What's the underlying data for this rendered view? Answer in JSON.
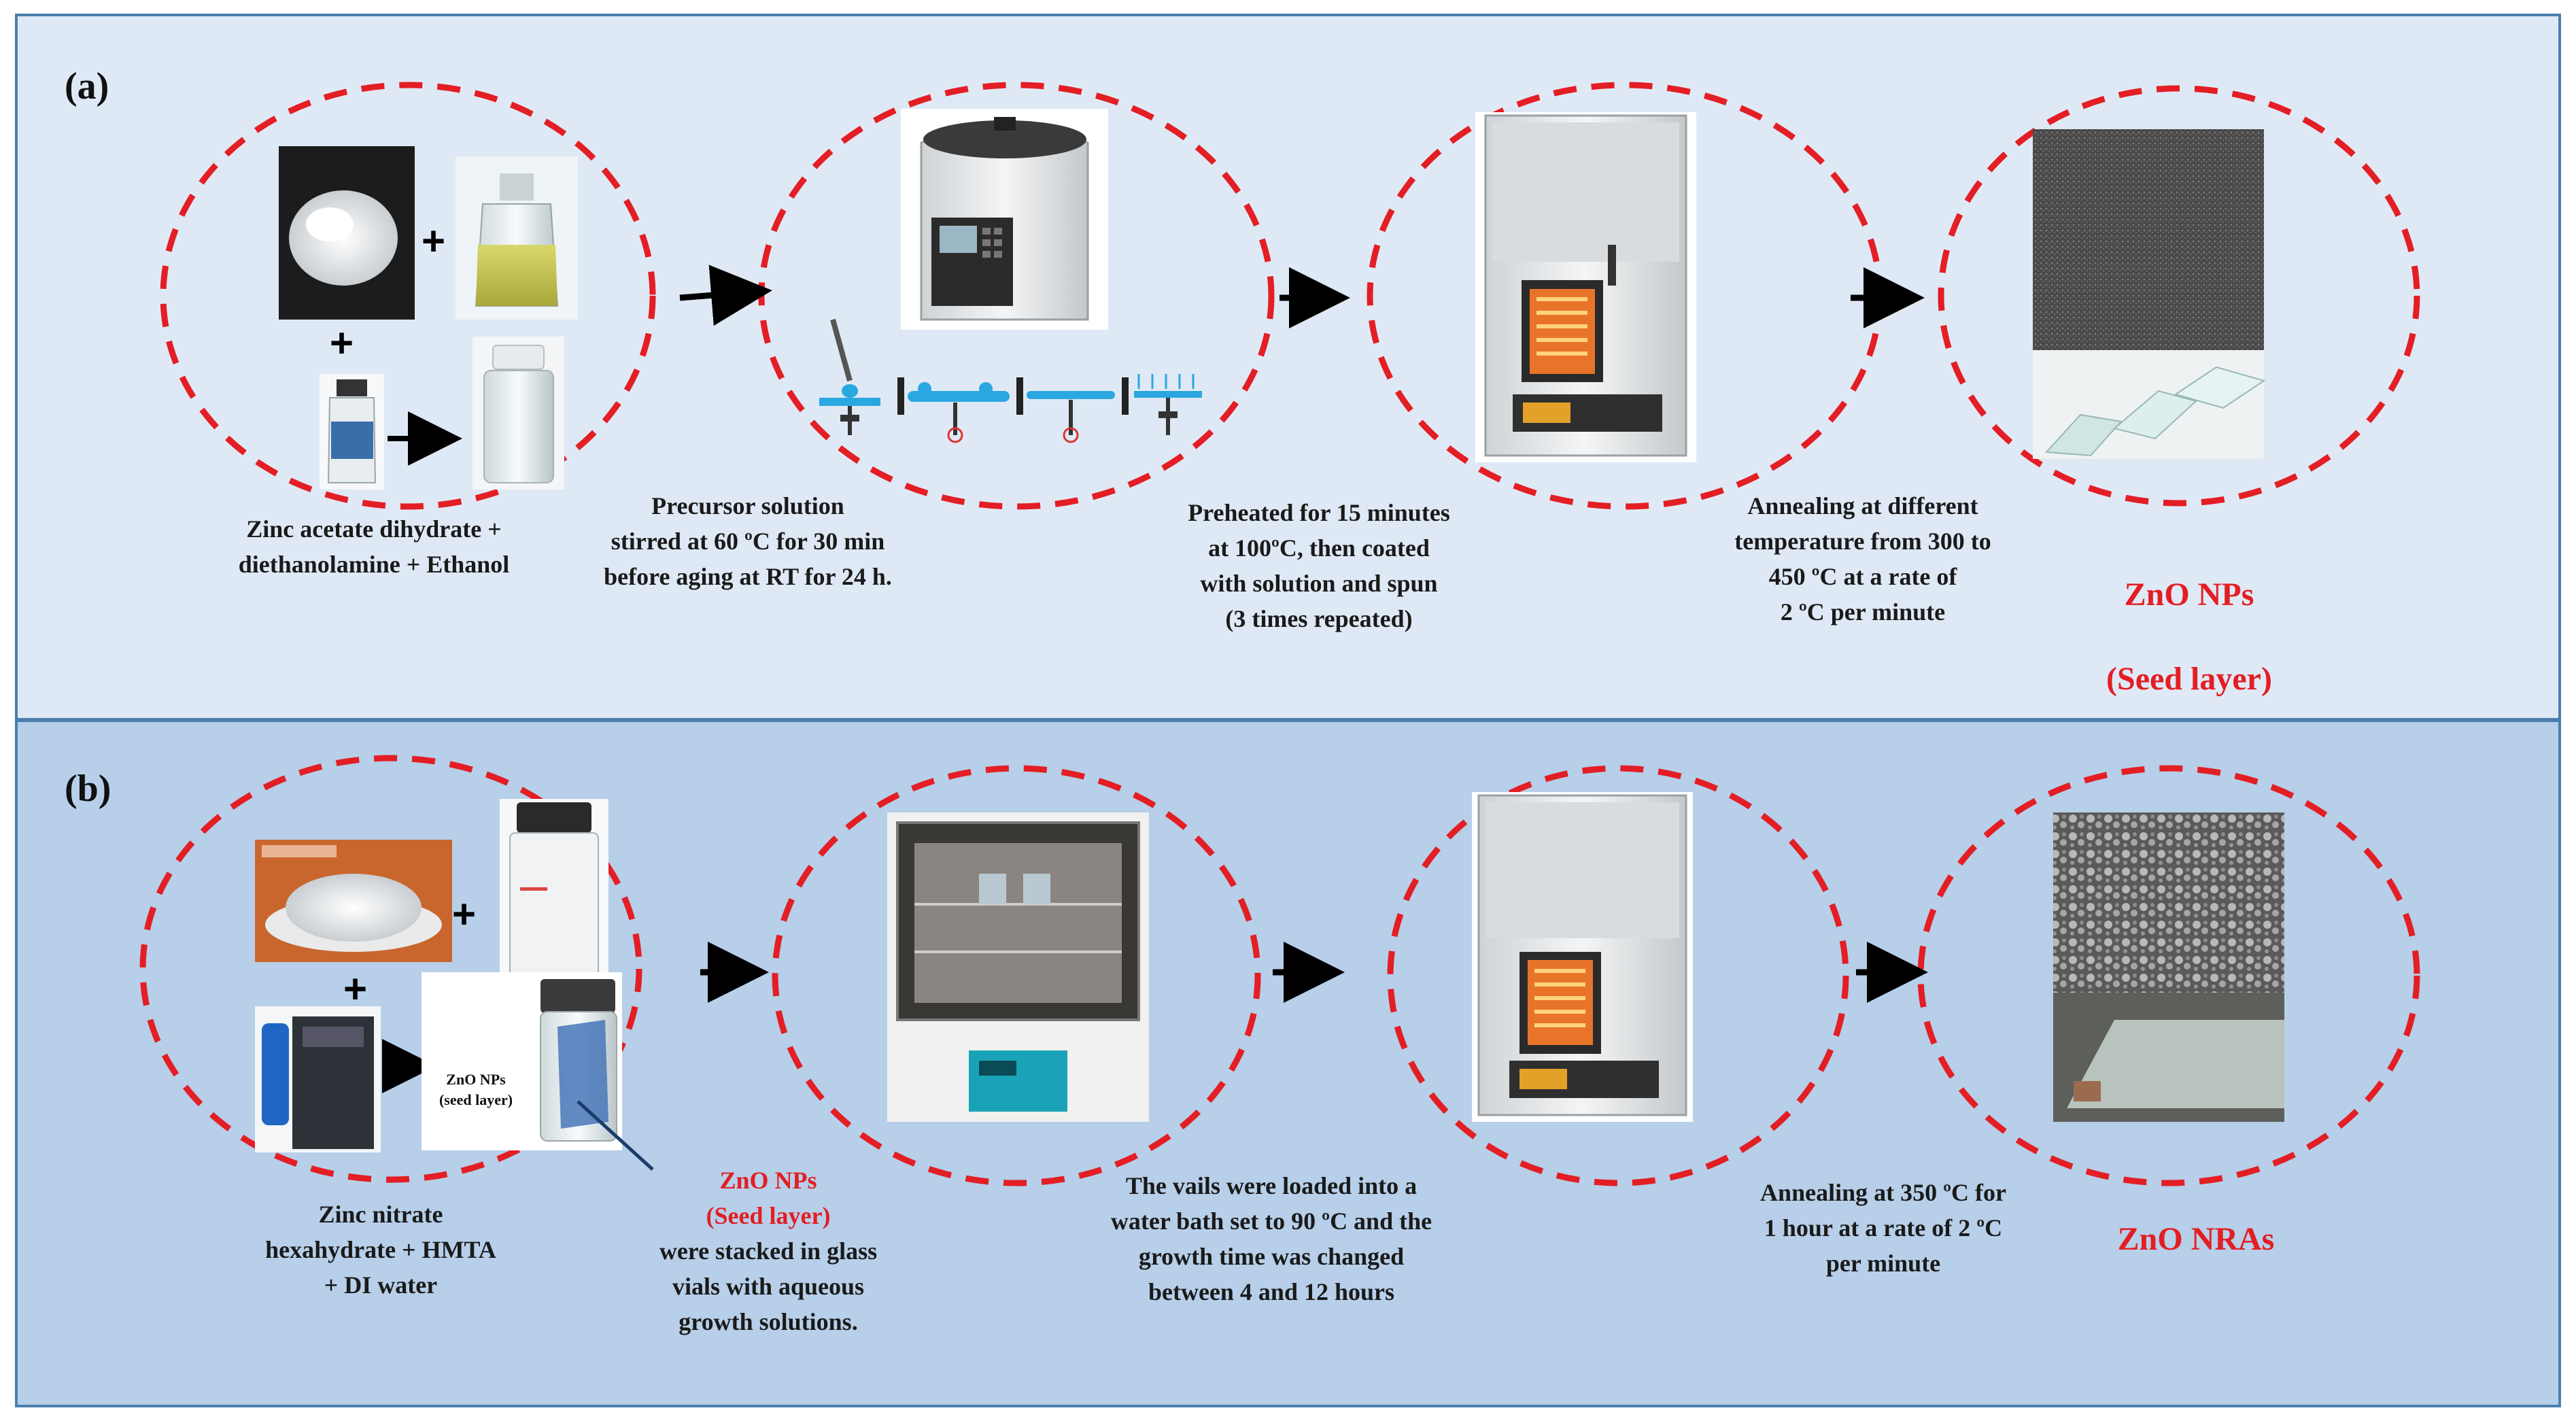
{
  "panel_a": {
    "label": "(a)",
    "caption_1": "Zinc  acetate dihydrate  +\ndiethanolamine  + Ethanol",
    "caption_2": "Precursor  solution\nstirred  at 60 ºC for 30 min\nbefore aging at RT for 24 h.",
    "caption_3": "Preheated for 15 minutes\nat 100ºC, then coated\nwith solution and spun\n(3 times repeated)",
    "caption_4": "Annealing  at different\ntemperature  from  300 to\n450 ºC at a rate of\n2 ºC per minute",
    "result_line1": "ZnO  NPs",
    "result_line2": "(Seed layer)",
    "plus_1": "+",
    "plus_2": "+"
  },
  "panel_b": {
    "label": "(b)",
    "caption_1": "Zinc  nitrate\nhexahydrate + HMTA\n+ DI water",
    "callout_line1": "ZnO  NPs",
    "callout_line2": "(Seed layer)",
    "callout_rest": "were stacked in glass\nvials with  aqueous\ngrowth  solutions.",
    "caption_3": "The vails were loaded into a\nwater bath set to 90 ºC and the\ngrowth  time was changed\nbetween 4 and 12 hours",
    "caption_4": "Annealing  at 350 ºC for\n1 hour  at a rate of 2 ºC\nper minute",
    "result": "ZnO  NRAs",
    "vial_label": "ZnO NPs\n(seed layer)",
    "plus_1": "+",
    "plus_2": "+"
  },
  "colors": {
    "dashed_circle": "#e31e24",
    "panel_a_bg": "#dfe9f5",
    "panel_b_bg": "#b7cfe9",
    "accent_red_text": "#e31e24"
  }
}
